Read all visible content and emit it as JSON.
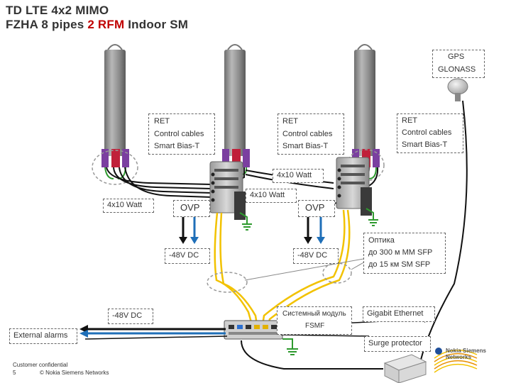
{
  "title": {
    "line1": "TD LTE 4x2 MIMO",
    "line2_pre": "FZHA 8 pipes ",
    "line2_hl": "2 RFM",
    "line2_post": " Indoor SM"
  },
  "labels": {
    "gps": "GPS",
    "glonass": "GLONASS",
    "ret1": [
      "RET",
      "Control cables",
      "Smart Bias-T"
    ],
    "ret2": [
      "RET",
      "Control cables",
      "Smart Bias-T"
    ],
    "ret3": [
      "RET",
      "Control cables",
      "Smart Bias-T"
    ],
    "watt_top": "4x10 Watt",
    "watt_mid": "4x10 Watt",
    "watt_left": "4x10 Watt",
    "ovp1": "OVP",
    "ovp2": "OVP",
    "dc1": "-48V DC",
    "dc2": "-48V DC",
    "dc3": "-48V DC",
    "optics": [
      "Оптика",
      "до 300 м MM SFP",
      "до 15 км SM SFP"
    ],
    "system_module": [
      "Системный модуль",
      "FSMF"
    ],
    "gigabit": "Gigabit Ethernet",
    "external_alarms": "External alarms",
    "surge": "Surge protector"
  },
  "footer": {
    "confidential": "Customer confidential",
    "page": "5",
    "copyright": "© Nokia Siemens Networks"
  },
  "logo": [
    "Nokia Siemens",
    "Networks"
  ],
  "colors": {
    "title": "#333333",
    "highlight": "#c00000",
    "antenna": "#8a8a8a",
    "cable_yellow": "#f2c200",
    "cable_blue": "#1f6fb8",
    "ground": "#2e9a2e",
    "port_purple": "#7b3fa0",
    "port_red": "#c0203a"
  }
}
